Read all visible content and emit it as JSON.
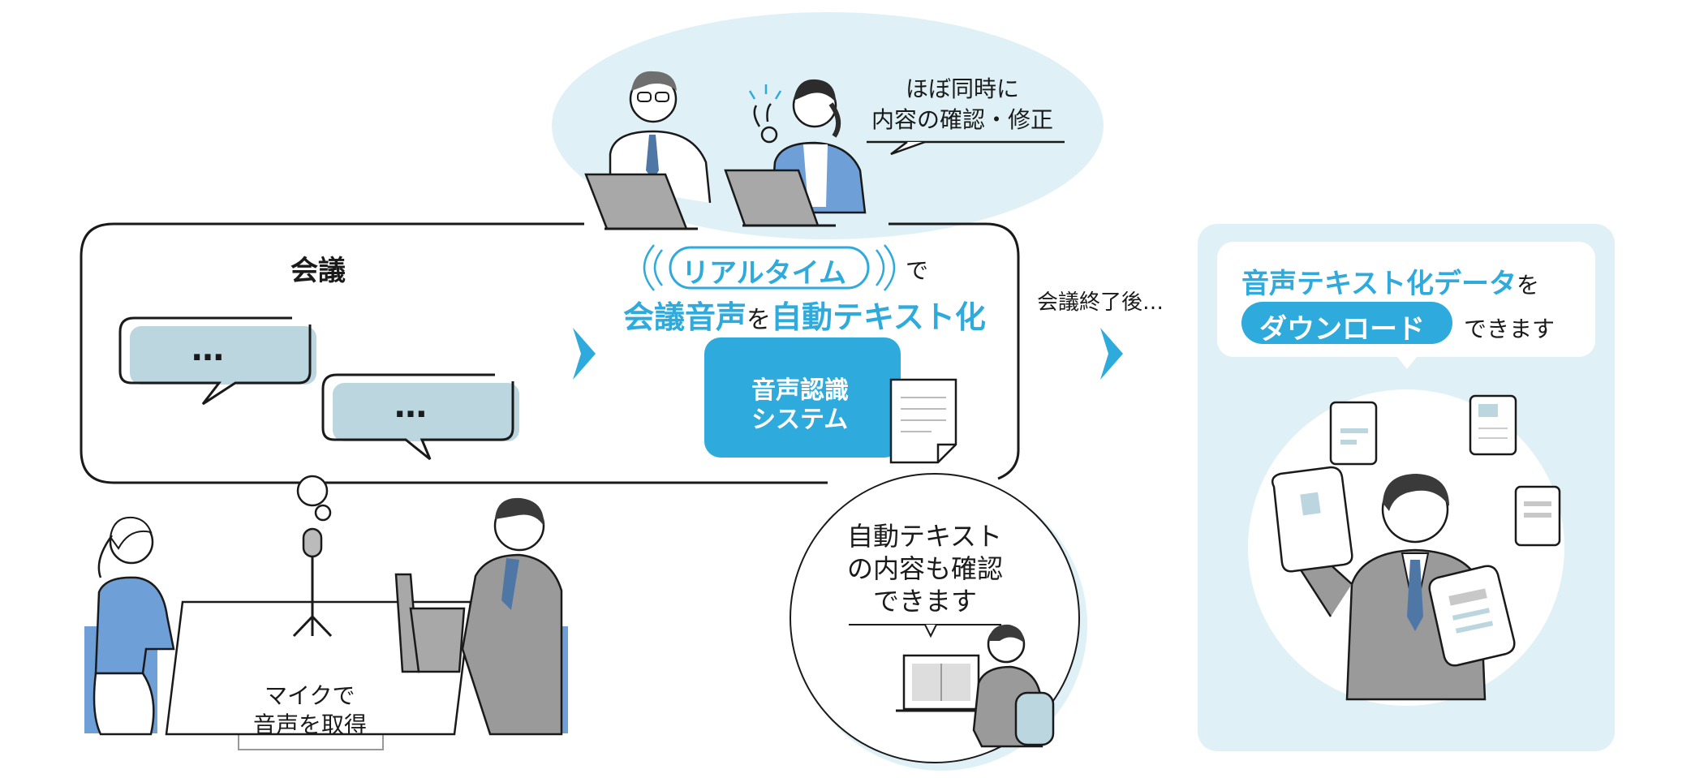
{
  "colors": {
    "teal": "#2eaadc",
    "teal_light": "#dff1f6",
    "bubble_fill": "#bcd6e0",
    "person_blue": "#6e9fd6",
    "suit_gray": "#9a9a9a",
    "outline": "#1a1a1a"
  },
  "meeting": {
    "title": "会議",
    "bubble1": "…",
    "bubble2": "…",
    "mic_note_line1": "マイクで",
    "mic_note_line2": "音声を取得"
  },
  "realtime": {
    "badge": "リアルタイム",
    "de": "で",
    "headline_part1": "会議音声",
    "headline_wo": "を",
    "headline_part2": "自動テキスト化"
  },
  "system": {
    "line1": "音声認識",
    "line2": "システム"
  },
  "top_note": {
    "line1": "ほぼ同時に",
    "line2": "内容の確認・修正"
  },
  "check_note": {
    "line1": "自動テキスト",
    "line2": "の内容も確認",
    "line3": "できます"
  },
  "after_label": "会議終了後…",
  "download": {
    "part1": "音声テキスト化データ",
    "part1_wo": "を",
    "badge": "ダウンロード",
    "part2": "できます"
  },
  "icons": [
    "arrow-right-icon",
    "microphone-icon",
    "laptop-icon",
    "document-icon",
    "person-icon",
    "speech-bubble-icon"
  ]
}
